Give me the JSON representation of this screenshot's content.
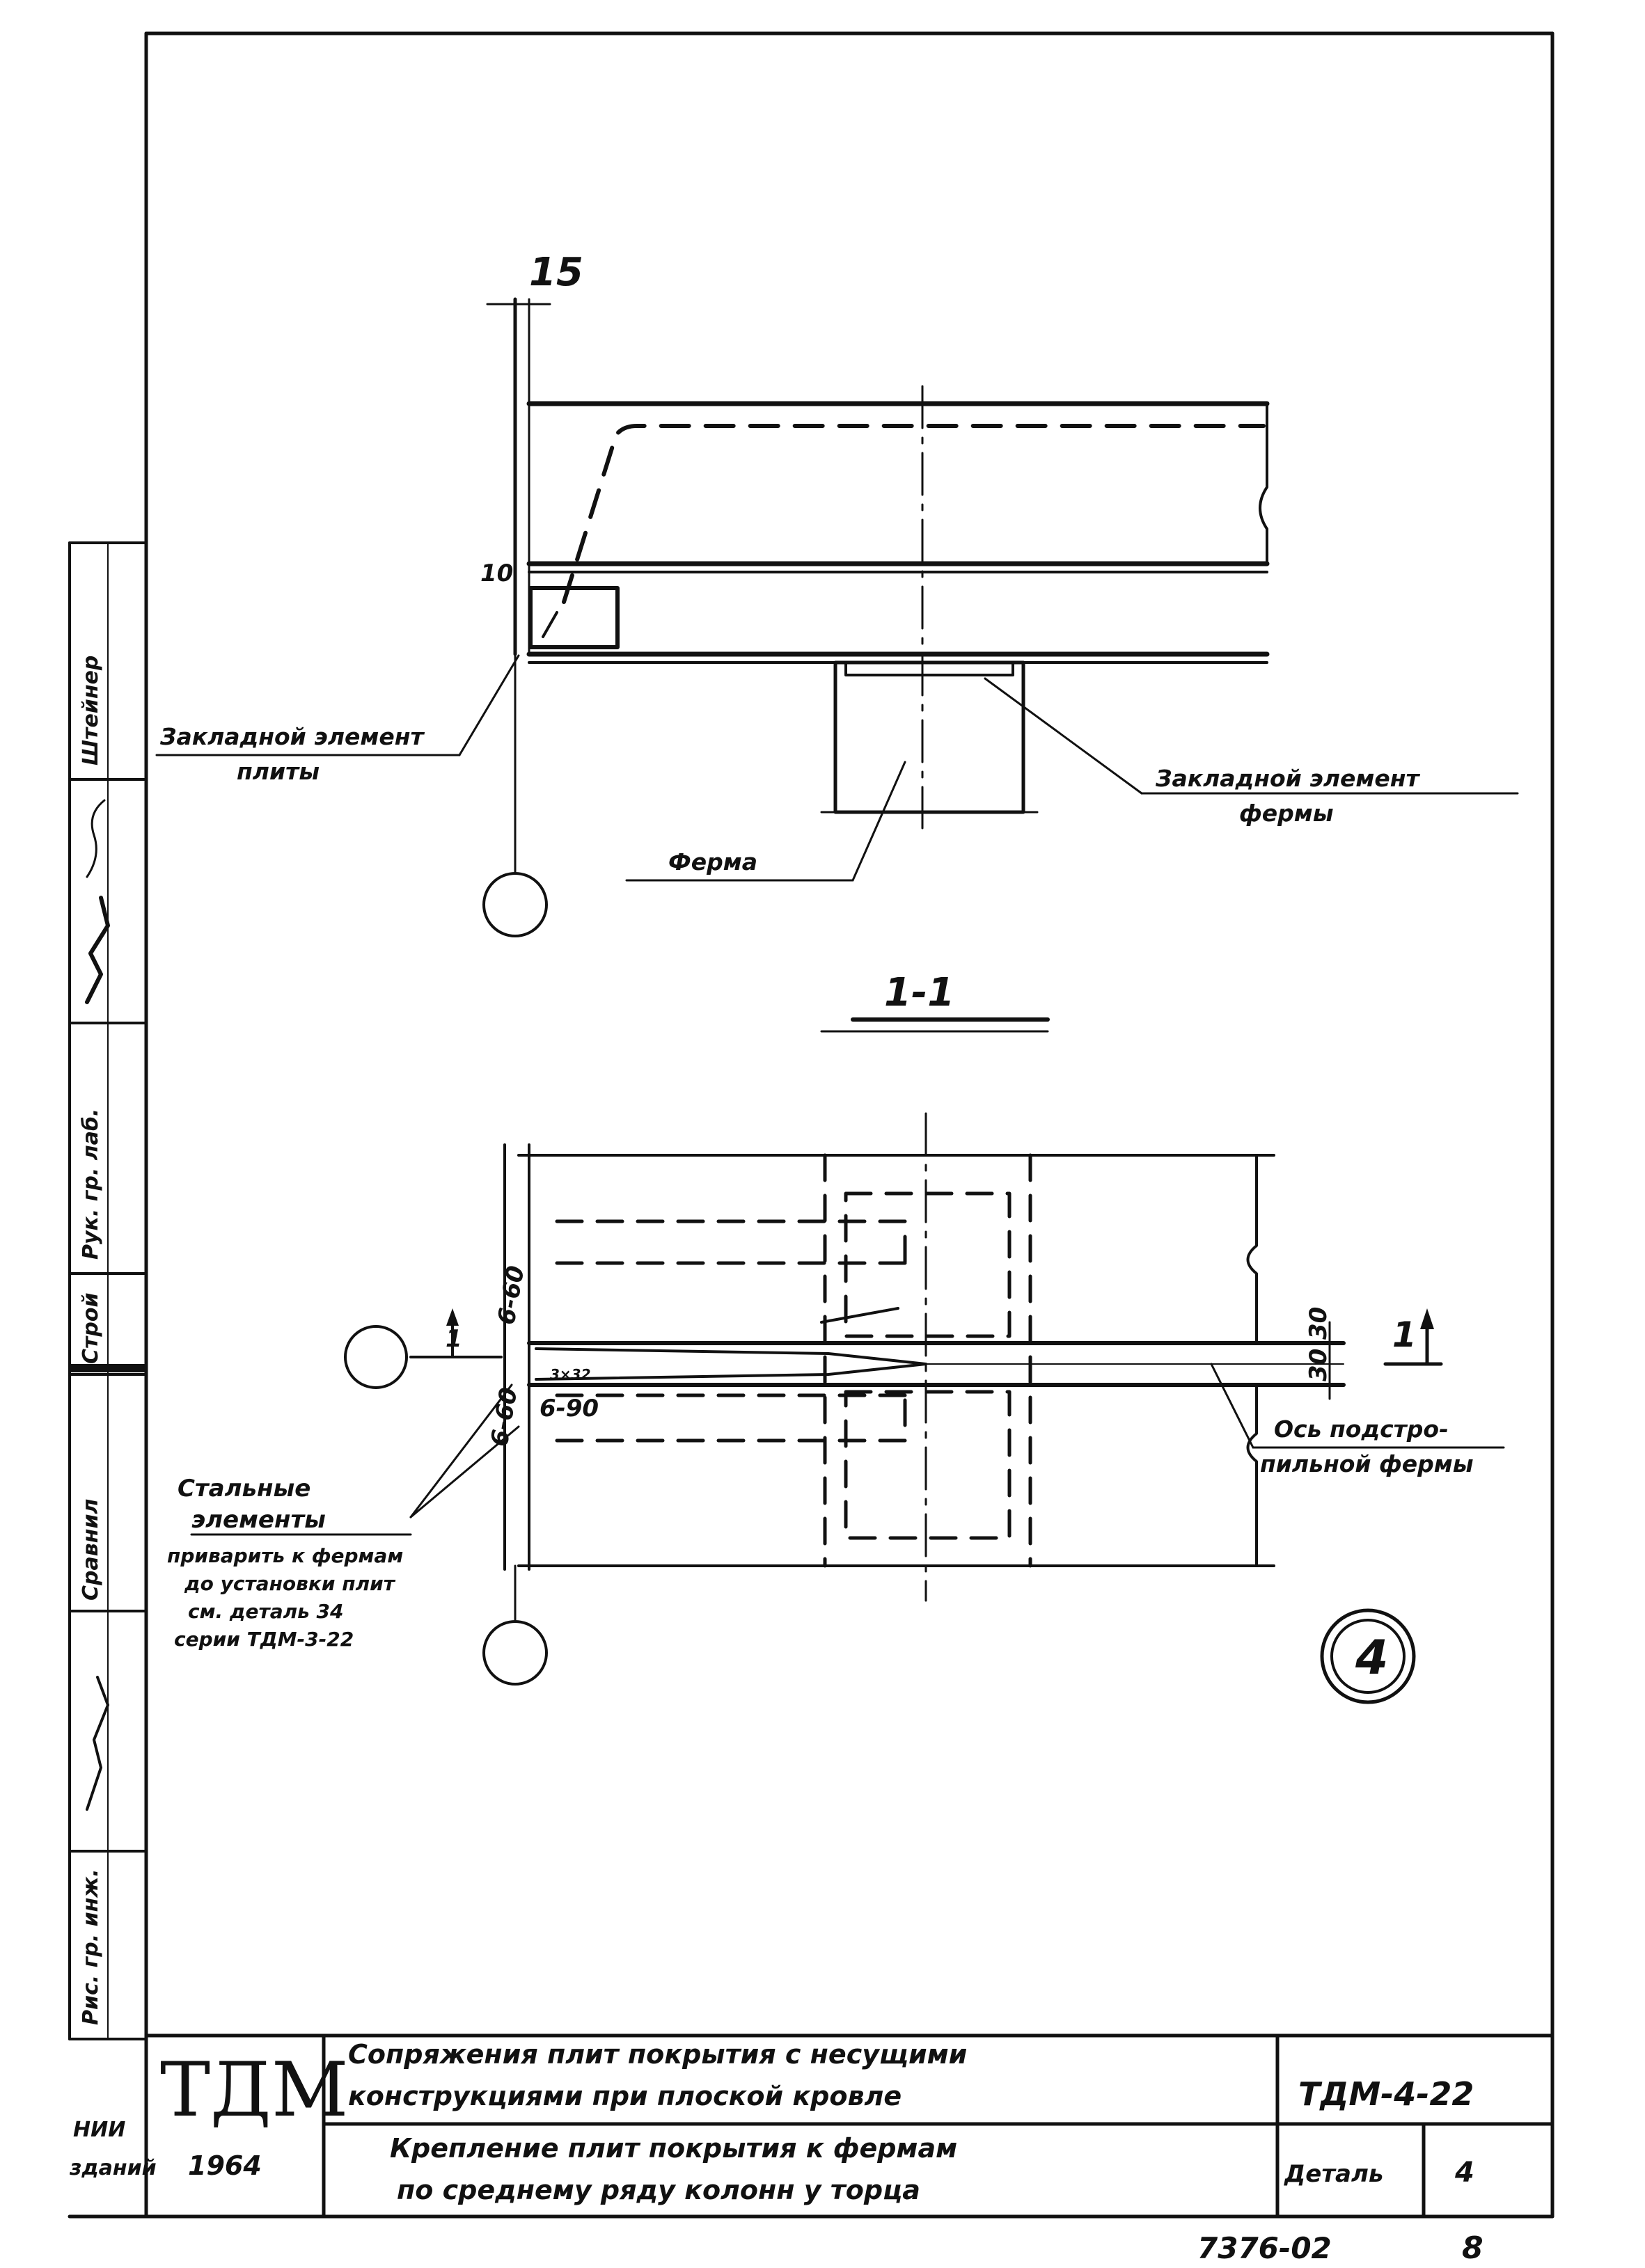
{
  "section": {
    "label": "1-1",
    "marker_number": "1",
    "marker_number_2": "1"
  },
  "dimensions": {
    "top_gap": "15",
    "gap_10": "10",
    "weld_top": "6-60",
    "weld_bottom": "6-60",
    "weld_length": "6-90",
    "dim_top": "30",
    "dim_bottom": "30",
    "small_note": "3×32"
  },
  "callouts": {
    "plate_embed_line1": "Закладной элемент",
    "plate_embed_line2": "плиты",
    "truss_embed_line1": "Закладной элемент",
    "truss_embed_line2": "фермы",
    "truss": "Ферма",
    "axis_line1": "Ось подстро-",
    "axis_line2": "пильной фермы",
    "steel_line1": "Стальные",
    "steel_line2": "элементы",
    "steel_line3": "приварить к фермам",
    "steel_line4": "до установки плит",
    "steel_line5": "см. деталь 34",
    "steel_line6": "серии ТДМ-3-22"
  },
  "detail_marker": "4",
  "title_block": {
    "org": "ТДМ",
    "year": "1964",
    "title_line1": "Сопряжения плит покрытия с несущими",
    "title_line2": "конструкциями при плоской кровле",
    "subtitle_line1": "Крепление плит покрытия к фермам",
    "subtitle_line2": "по среднему ряду колонн у торца",
    "series": "ТДМ-4-22",
    "detail_label": "Деталь",
    "detail_number": "4",
    "left_fragment1": "НИИ",
    "left_fragment2": "зданий"
  },
  "side_stamp": {
    "cell1": "Штейнер",
    "cell3": "Рук. гр. лаб.",
    "cell4": "Строй",
    "cell5": "Сравнил",
    "cell7": "Рис. гр. инж."
  },
  "footer": {
    "sheet_code": "7376-02",
    "page": "8"
  }
}
